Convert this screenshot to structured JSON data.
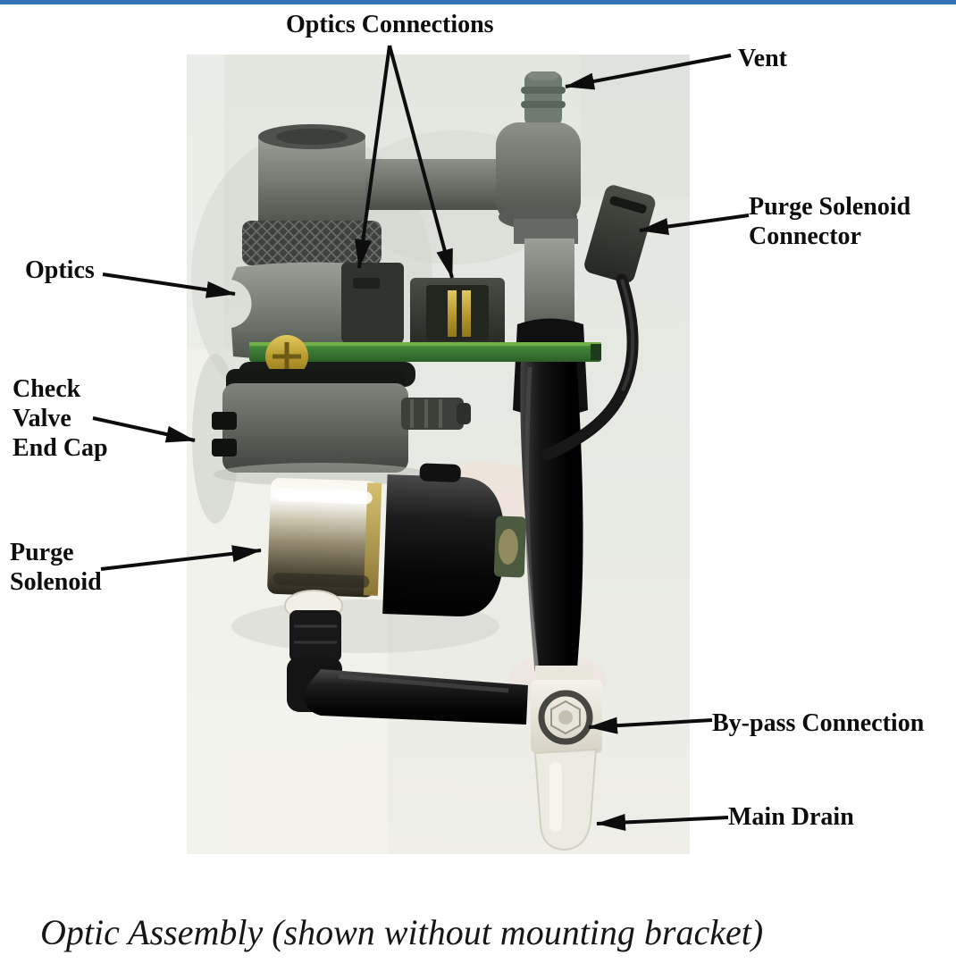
{
  "page": {
    "colors": {
      "top_rule": "#3273b5",
      "background": "#ffffff",
      "label_text": "#0d0d0d",
      "pcb_green": "#3f8238",
      "photo_background": "#e4e8e2"
    }
  },
  "figure": {
    "caption": "Optic Assembly (shown without mounting bracket)",
    "labels": {
      "optics_connections": "Optics Connections",
      "vent": "Vent",
      "purge_solenoid_connector": [
        "Purge Solenoid",
        "Connector"
      ],
      "optics": "Optics",
      "check_valve_end_cap": [
        "Check",
        "Valve",
        "End Cap"
      ],
      "purge_solenoid": [
        "Purge",
        "Solenoid"
      ],
      "bypass_connection": "By-pass Connection",
      "main_drain": "Main Drain"
    }
  }
}
